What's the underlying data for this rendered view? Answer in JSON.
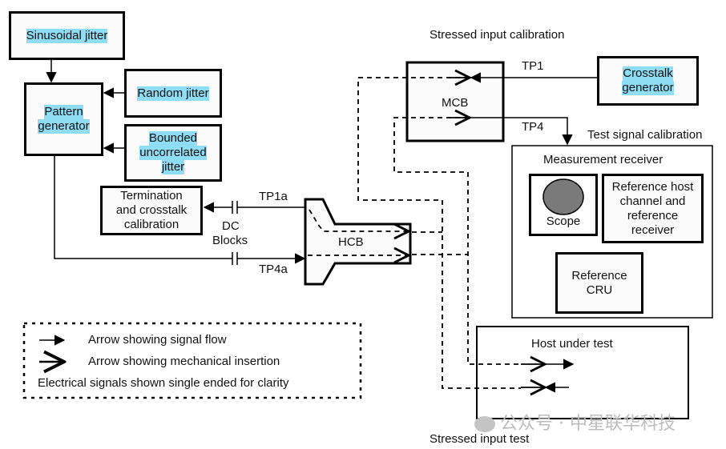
{
  "diagram": {
    "labels": {
      "stressed_input_calibration": "Stressed input calibration",
      "stressed_input_test": "Stressed input test",
      "test_signal_calibration": "Test signal calibration",
      "tp1": "TP1",
      "tp4": "TP4",
      "tp1a": "TP1a",
      "tp4a": "TP4a",
      "dc_blocks_line1": "DC",
      "dc_blocks_line2": "Blocks",
      "mcb": "MCB",
      "hcb": "HCB"
    },
    "blocks": {
      "sinusoidal_jitter": "Sinusoidal jitter",
      "random_jitter": "Random jitter",
      "pattern_generator_line1": "Pattern",
      "pattern_generator_line2": "generator",
      "bounded_line1": "Bounded",
      "bounded_line2": "uncorrelated",
      "bounded_line3": "jitter",
      "termination_line1": "Termination",
      "termination_line2": "and crosstalk",
      "termination_line3": "calibration",
      "crosstalk_line1": "Crosstalk",
      "crosstalk_line2": "generator",
      "measurement_receiver": "Measurement receiver",
      "scope": "Scope",
      "ref_host_line1": "Reference host",
      "ref_host_line2": "channel and",
      "ref_host_line3": "reference",
      "ref_host_line4": "receiver",
      "ref_cru_line1": "Reference",
      "ref_cru_line2": "CRU",
      "host_under_test": "Host under test"
    },
    "legend": {
      "signal_flow": "Arrow showing signal flow",
      "mechanical_insertion": "Arrow showing mechanical insertion",
      "note": "Electrical signals shown single ended for clarity"
    },
    "colors": {
      "highlight": "#8fdcf5",
      "scope_fill": "#7a7a7a"
    },
    "watermark": "公众号 · 中星联华科技"
  }
}
